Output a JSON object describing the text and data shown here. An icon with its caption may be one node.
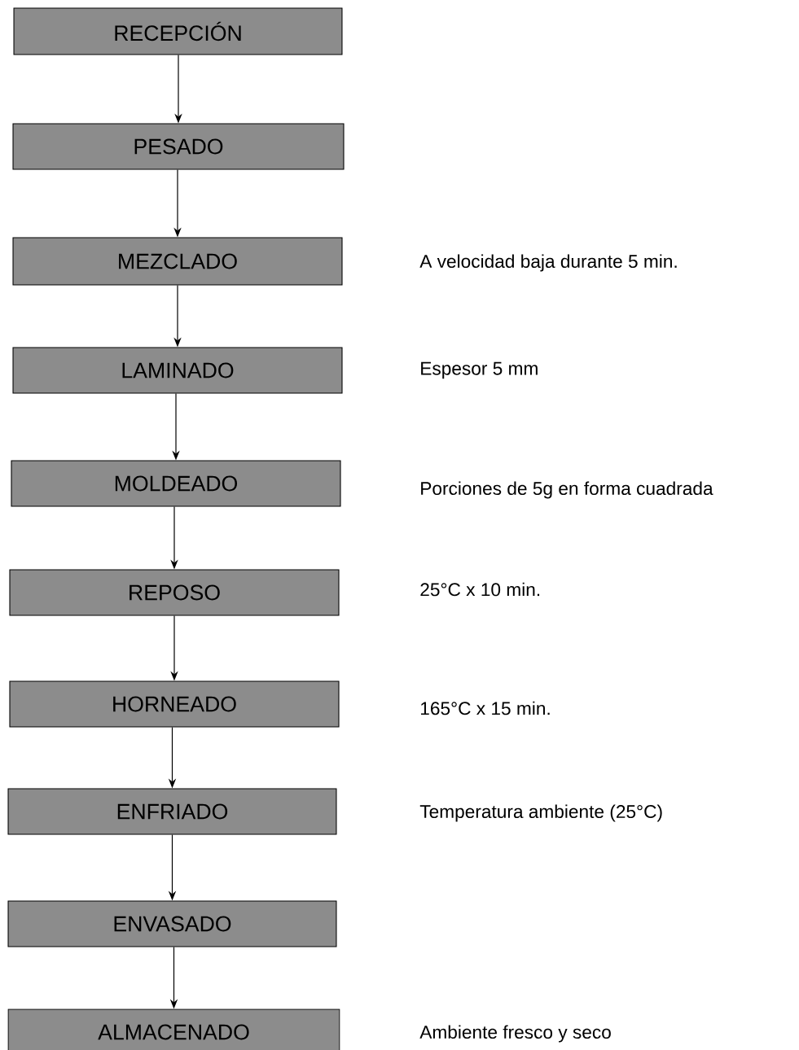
{
  "diagram": {
    "nodes": [
      {
        "text": [
          "RECEPCIÓN"
        ]
      },
      {
        "text": [
          "PESADO"
        ]
      },
      {
        "text": [
          "MEZCLADO"
        ]
      },
      {
        "text": [
          "LAMINADO"
        ]
      },
      {
        "text": [
          "MOLDEADO"
        ]
      },
      {
        "text": [
          "REPOSO"
        ]
      },
      {
        "text": [
          "HORNEADO"
        ]
      },
      {
        "text": [
          "ENFRIADO"
        ]
      },
      {
        "text": [
          "ENVASADO"
        ]
      },
      {
        "text": [
          "ALMACENADO"
        ]
      }
    ],
    "edges": [
      {
        "from": 0,
        "to": 1,
        "arrow": "to"
      },
      {
        "from": 1,
        "to": 2,
        "arrow": "to"
      },
      {
        "from": 2,
        "to": 3,
        "arrow": "to"
      },
      {
        "from": 3,
        "to": 4,
        "arrow": "to"
      },
      {
        "from": 4,
        "to": 5,
        "arrow": "to"
      },
      {
        "from": 5,
        "to": 6,
        "arrow": "to"
      },
      {
        "from": 6,
        "to": 7,
        "arrow": "to"
      },
      {
        "from": 7,
        "to": 8,
        "arrow": "to"
      },
      {
        "from": 8,
        "to": 9,
        "arrow": "to"
      }
    ],
    "labels": [
      "A velocidad baja durante 5 min.",
      "Espesor 5 mm",
      "Porciones de 5g en forma cuadrada",
      "25°C x 10 min.",
      "165°C x 15 min.",
      "Temperatura ambiente (25°C)",
      "Ambiente fresco y seco"
    ]
  }
}
